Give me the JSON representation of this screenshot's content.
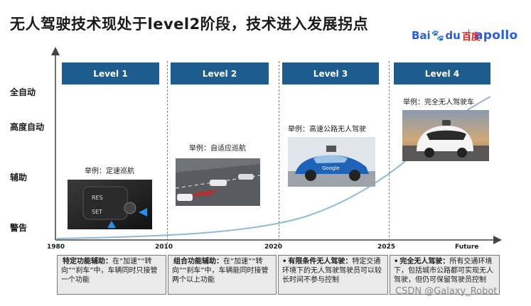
{
  "title": "无人驾驶技术现处于level2阶段，技术进入发展拐点",
  "logo": {
    "baidu_left": "Bai",
    "baidu_right": "du",
    "baidu_cn": "百度",
    "apollo": "apollo"
  },
  "levels": [
    "Level 1",
    "Level 2",
    "Level 3",
    "Level 4"
  ],
  "y_labels": [
    "全自动",
    "高度自动",
    "辅助",
    "警告"
  ],
  "x_labels": [
    "1980",
    "2010",
    "2020",
    "2025",
    "Future"
  ],
  "examples": [
    "举例：定速巡航",
    "举例：自适应巡航",
    "举例：高速公路无人驾驶",
    "举例：完全无人驾驶车"
  ],
  "notes": [
    {
      "bullet": "",
      "head": "特定功能辅助：",
      "body": "在“加速”“转向”“刹车”中，车辆同时只接管一个功能"
    },
    {
      "bullet": "",
      "head": "组合功能辅助：",
      "body": "在“加速”“转向”“刹车”中，车辆能同时接管两个以上功能"
    },
    {
      "bullet": "•",
      "head": "有限条件无人驾驶：",
      "body": "特定交通环境下的无人驾驶驾驶员可以较长时间不参与控制"
    },
    {
      "bullet": "•",
      "head": "完全无人驾驶：",
      "body": "所有交通环境下，包括城市公路都可实现无人驾驶，但仍可保留驾驶员控制"
    }
  ],
  "photo_labels": {
    "cruise": [
      "RES",
      "SET"
    ],
    "google_car": "Google"
  },
  "watermark": "CSDN @Galaxy_Robot",
  "colors": {
    "level_bar": "#1d5c8c",
    "curve": "#8fb9d8",
    "note_bg": "#eaeaea"
  }
}
